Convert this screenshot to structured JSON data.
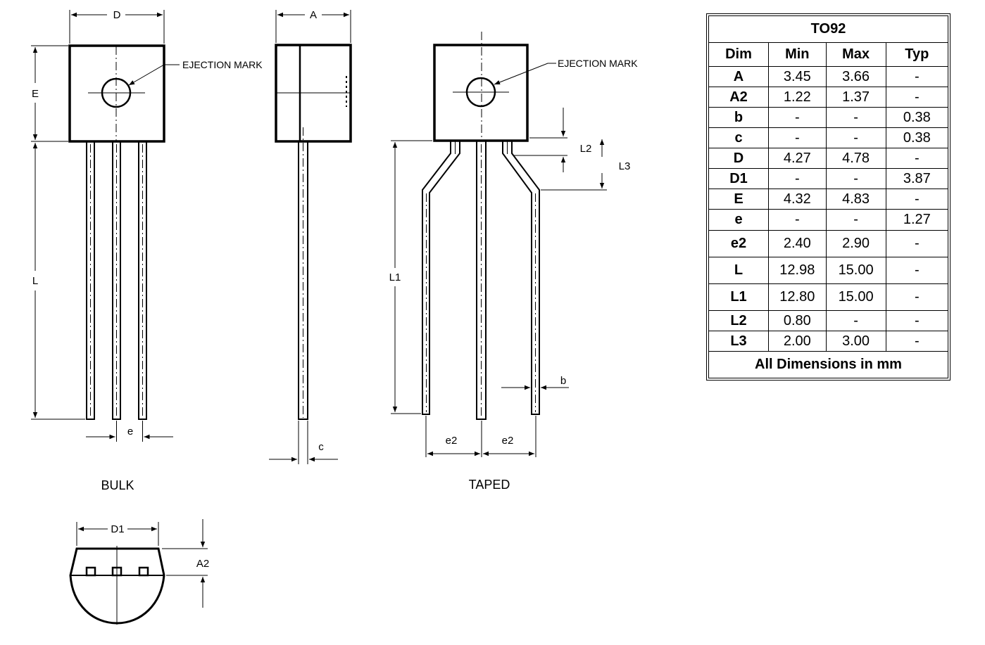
{
  "drawing": {
    "labels": {
      "D": "D",
      "A": "A",
      "E": "E",
      "L": "L",
      "L1": "L1",
      "L2": "L2",
      "L3": "L3",
      "e": "e",
      "e2_left": "e2",
      "e2_right": "e2",
      "b": "b",
      "c": "c",
      "D1": "D1",
      "A2": "A2",
      "ejection_mark_1": "EJECTION MARK",
      "ejection_mark_2": "EJECTION MARK"
    },
    "captions": {
      "bulk": "BULK",
      "taped": "TAPED"
    }
  },
  "table": {
    "title": "TO92",
    "headers": [
      "Dim",
      "Min",
      "Max",
      "Typ"
    ],
    "rows": [
      [
        "A",
        "3.45",
        "3.66",
        "-"
      ],
      [
        "A2",
        "1.22",
        "1.37",
        "-"
      ],
      [
        "b",
        "-",
        "-",
        "0.38"
      ],
      [
        "c",
        "-",
        "-",
        "0.38"
      ],
      [
        "D",
        "4.27",
        "4.78",
        "-"
      ],
      [
        "D1",
        "-",
        "-",
        "3.87"
      ],
      [
        "E",
        "4.32",
        "4.83",
        "-"
      ],
      [
        "e",
        "-",
        "-",
        "1.27"
      ],
      [
        "e2",
        "2.40",
        "2.90",
        "-"
      ],
      [
        "L",
        "12.98",
        "15.00",
        "-"
      ],
      [
        "L1",
        "12.80",
        "15.00",
        "-"
      ],
      [
        "L2",
        "0.80",
        "-",
        "-"
      ],
      [
        "L3",
        "2.00",
        "3.00",
        "-"
      ]
    ],
    "footer": "All Dimensions in mm"
  }
}
